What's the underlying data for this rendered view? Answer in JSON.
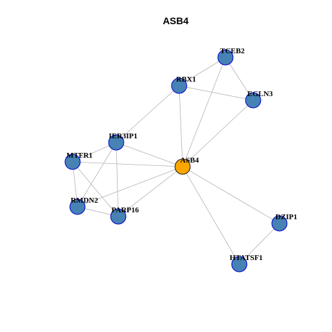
{
  "title": "ASB4",
  "colors": {
    "hub_fill": "#ffa500",
    "node_fill": "#4682b4",
    "node_stroke": "#0000cd",
    "hub_stroke": "#1a1a1a",
    "edge": "#b3b3b3"
  },
  "nodes": [
    {
      "id": "ASB4",
      "label": "ASB4",
      "hub": true
    },
    {
      "id": "TCEB2",
      "label": "TCEB2"
    },
    {
      "id": "RBX1",
      "label": "RBX1"
    },
    {
      "id": "EGLN3",
      "label": "EGLN3"
    },
    {
      "id": "IER3IP1",
      "label": "IER3IP1"
    },
    {
      "id": "MTFR1",
      "label": "MTFR1"
    },
    {
      "id": "RMDN2",
      "label": "RMDN2"
    },
    {
      "id": "PARP16",
      "label": "PARP16"
    },
    {
      "id": "DZIP1",
      "label": "DZIP1"
    },
    {
      "id": "HTATSF1",
      "label": "HTATSF1"
    }
  ],
  "edges": [
    [
      "TCEB2",
      "RBX1"
    ],
    [
      "TCEB2",
      "EGLN3"
    ],
    [
      "TCEB2",
      "ASB4"
    ],
    [
      "RBX1",
      "EGLN3"
    ],
    [
      "RBX1",
      "ASB4"
    ],
    [
      "RBX1",
      "IER3IP1"
    ],
    [
      "EGLN3",
      "ASB4"
    ],
    [
      "IER3IP1",
      "ASB4"
    ],
    [
      "IER3IP1",
      "MTFR1"
    ],
    [
      "IER3IP1",
      "RMDN2"
    ],
    [
      "IER3IP1",
      "PARP16"
    ],
    [
      "MTFR1",
      "ASB4"
    ],
    [
      "MTFR1",
      "RMDN2"
    ],
    [
      "MTFR1",
      "PARP16"
    ],
    [
      "RMDN2",
      "PARP16"
    ],
    [
      "RMDN2",
      "ASB4"
    ],
    [
      "PARP16",
      "ASB4"
    ],
    [
      "ASB4",
      "DZIP1"
    ],
    [
      "ASB4",
      "HTATSF1"
    ],
    [
      "DZIP1",
      "HTATSF1"
    ]
  ]
}
